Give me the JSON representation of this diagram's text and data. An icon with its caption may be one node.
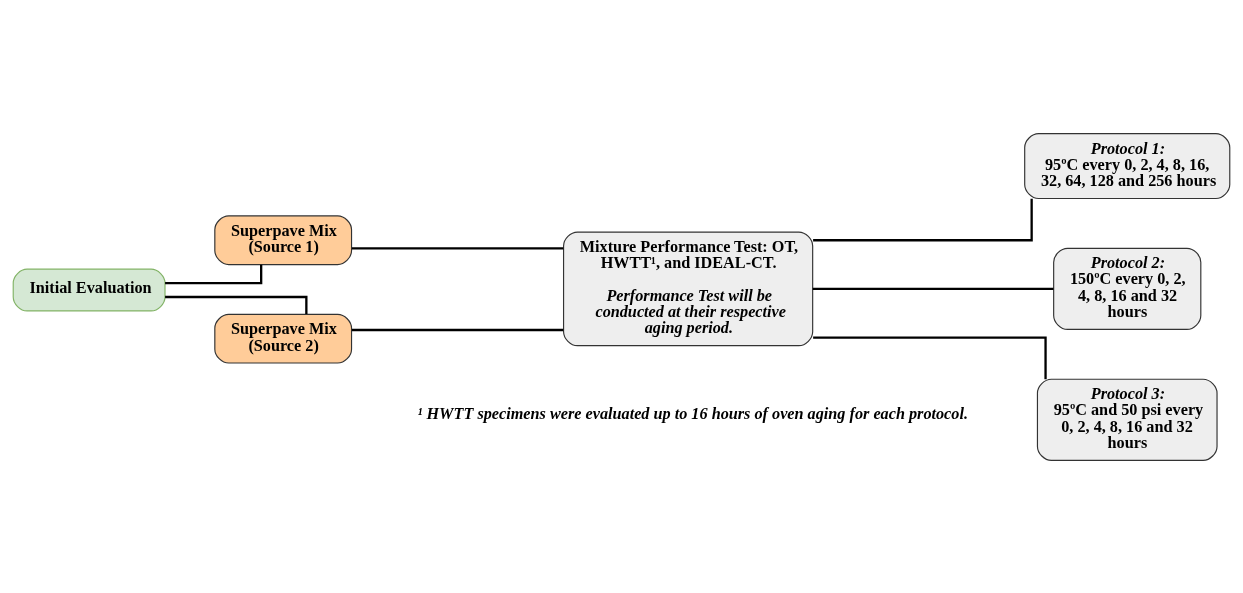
{
  "diagram": {
    "nodes": [
      {
        "text": [
          "Initial Evaluation"
        ]
      },
      {
        "text": [
          "Superpave Mix (Source 1)"
        ]
      },
      {
        "text": [
          "Superpave Mix (Source 2)"
        ]
      },
      {
        "text": [
          "Mixture Performance Test: OT, HWTT¹, and IDEAL-CT.",
          "Performance Test will be conducted at their respective aging period."
        ]
      },
      {
        "text": [
          "Protocol 1:",
          "95ºC every 0, 2, 4, 8, 16, 32, 64, 128 and 256 hours"
        ]
      },
      {
        "text": [
          "Protocol 2:",
          "150ºC every 0, 2, 4, 8, 16 and 32 hours"
        ]
      },
      {
        "text": [
          "Protocol 3:",
          "95ºC and 50 psi every 0, 2, 4, 8, 16 and 32 hours"
        ]
      }
    ],
    "edges": [
      {
        "from": 0,
        "to": 1,
        "arrow": "none"
      },
      {
        "from": 0,
        "to": 2,
        "arrow": "none"
      },
      {
        "from": 1,
        "to": 3,
        "arrow": "none"
      },
      {
        "from": 2,
        "to": 3,
        "arrow": "none"
      },
      {
        "from": 3,
        "to": 4,
        "arrow": "none"
      },
      {
        "from": 3,
        "to": 5,
        "arrow": "none"
      },
      {
        "from": 3,
        "to": 6,
        "arrow": "none"
      }
    ],
    "labels": [
      "¹ HWTT specimens were evaluated up to 16 hours of oven aging for each protocol."
    ]
  }
}
